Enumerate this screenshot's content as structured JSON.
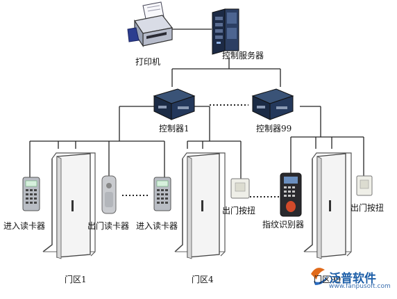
{
  "labels": {
    "printer": "打印机",
    "server": "控制服务器",
    "controller_1": "控制器1",
    "controller_99": "控制器99",
    "reader_in_left": "进入读卡器",
    "reader_out": "出门读卡器",
    "reader_in_mid": "进入读卡器",
    "exit_button_mid": "出门按扭",
    "fingerprint": "指纹识别器",
    "exit_button_right": "出门按扭",
    "zone_1": "门区1",
    "zone_4": "门区4",
    "zone_99": "门区99"
  },
  "watermark": {
    "brand": "泛普软件",
    "url": "www.fanpusoft.com"
  },
  "colors": {
    "line": "#222222",
    "device_dark": "#1d2f4a",
    "door": "#f4f4f4",
    "logo": "#1e5fa8"
  }
}
